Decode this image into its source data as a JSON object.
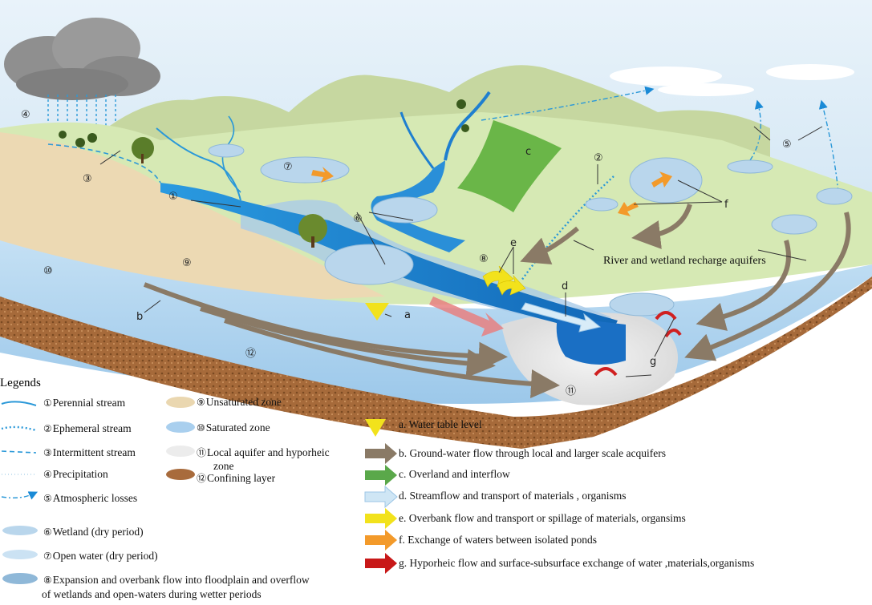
{
  "legend": {
    "title": "Legends",
    "streams": [
      {
        "num": "①",
        "label": "Perennial stream"
      },
      {
        "num": "②",
        "label": "Ephemeral stream"
      },
      {
        "num": "③",
        "label": "Intermittent stream"
      },
      {
        "num": "④",
        "label": "Precipitation"
      },
      {
        "num": "⑤",
        "label": "Atmospheric losses"
      },
      {
        "num": "⑥",
        "label": "Wetland (dry period)"
      },
      {
        "num": "⑦",
        "label": "Open water (dry period)"
      },
      {
        "num": "⑧",
        "label": "Expansion and overbank flow into floodplain and overflow",
        "label2": "of wetlands and open-waters during wetter periods"
      }
    ],
    "zones": [
      {
        "num": "⑨",
        "label": "Unsaturated zone"
      },
      {
        "num": "⑩",
        "label": "Saturated zone"
      },
      {
        "num": "⑪",
        "label": "Local aquifer and hyporheic",
        "label2": "zone"
      },
      {
        "num": "⑫",
        "label": "Confining layer"
      }
    ],
    "flows": [
      {
        "label": "a. Water table level"
      },
      {
        "label": "b. Ground-water flow through local and larger scale acquifers"
      },
      {
        "label": "c. Overland and interflow"
      },
      {
        "label": "d. Streamflow and transport of materials , organisms"
      },
      {
        "label": "e. Overbank flow and transport or spillage of materials, organsims"
      },
      {
        "label": "f. Exchange of waters between isolated ponds"
      },
      {
        "label": "g. Hyporheic flow and surface-subsurface exchange of water ,materials,organisms"
      }
    ]
  },
  "diagram": {
    "recharge_label": "River and wetland recharge aquifers",
    "callouts": {
      "n1": "①",
      "n2": "②",
      "n3": "③",
      "n4": "④",
      "n5": "⑤",
      "n6": "⑥",
      "n7": "⑦",
      "n8": "⑧",
      "n9": "⑨",
      "n10": "⑩",
      "n11": "⑪",
      "n12": "⑫",
      "a": "a",
      "b": "b",
      "c": "c",
      "d": "d",
      "e": "e",
      "f": "f",
      "g": "g"
    }
  },
  "colors": {
    "sky": "#dcecf7",
    "hill": "#c7d9a2",
    "plain": "#d9ebb8",
    "unsaturated": "#ead7b0",
    "saturated": "#b5d7ef",
    "confining": "#a86b3c",
    "river": "#1f86d6",
    "flow_brown": "#8a7a66",
    "flow_green": "#5aa84a",
    "flow_red": "#d02020",
    "flow_yellow": "#f2e21c",
    "flow_orange": "#f39a2a"
  }
}
